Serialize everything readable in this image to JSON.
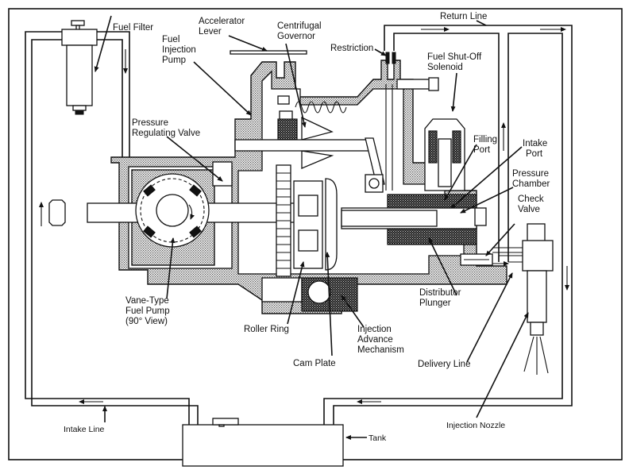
{
  "title": "Diesel fuel injection system with distributor-type injection pump",
  "colors": {
    "line": "#111111",
    "background": "#ffffff",
    "stipple": "#9a9a9a"
  },
  "labels": {
    "fuel_filter": "Fuel Filter",
    "accelerator_lever": [
      "Accelerator",
      "Lever"
    ],
    "centrifugal_governor": [
      "Centrifugal",
      "Governor"
    ],
    "fuel_injection_pump": [
      "Fuel",
      "Injection",
      "Pump"
    ],
    "return_line": "Return Line",
    "restriction": "Restriction",
    "fuel_shutoff_solenoid": [
      "Fuel Shut-Off",
      "Solenoid"
    ],
    "pressure_regulating_valve": [
      "Pressure",
      "Regulating Valve"
    ],
    "filling_port": [
      "Filling",
      "Port"
    ],
    "intake_port": [
      "Intake",
      "Port"
    ],
    "pressure_chamber": [
      "Pressure",
      "Chamber"
    ],
    "check_valve": [
      "Check",
      "Valve"
    ],
    "vane_type_fuel_pump": [
      "Vane-Type",
      "Fuel Pump",
      "(90° View)"
    ],
    "roller_ring": "Roller Ring",
    "cam_plate": "Cam Plate",
    "injection_advance_mechanism": [
      "Injection",
      "Advance",
      "Mechanism"
    ],
    "distributor_plunger": [
      "Distributor",
      "Plunger"
    ],
    "delivery_line": "Delivery Line",
    "injection_nozzle": "Injection Nozzle",
    "intake_line": "Intake Line",
    "tank": "Tank"
  }
}
